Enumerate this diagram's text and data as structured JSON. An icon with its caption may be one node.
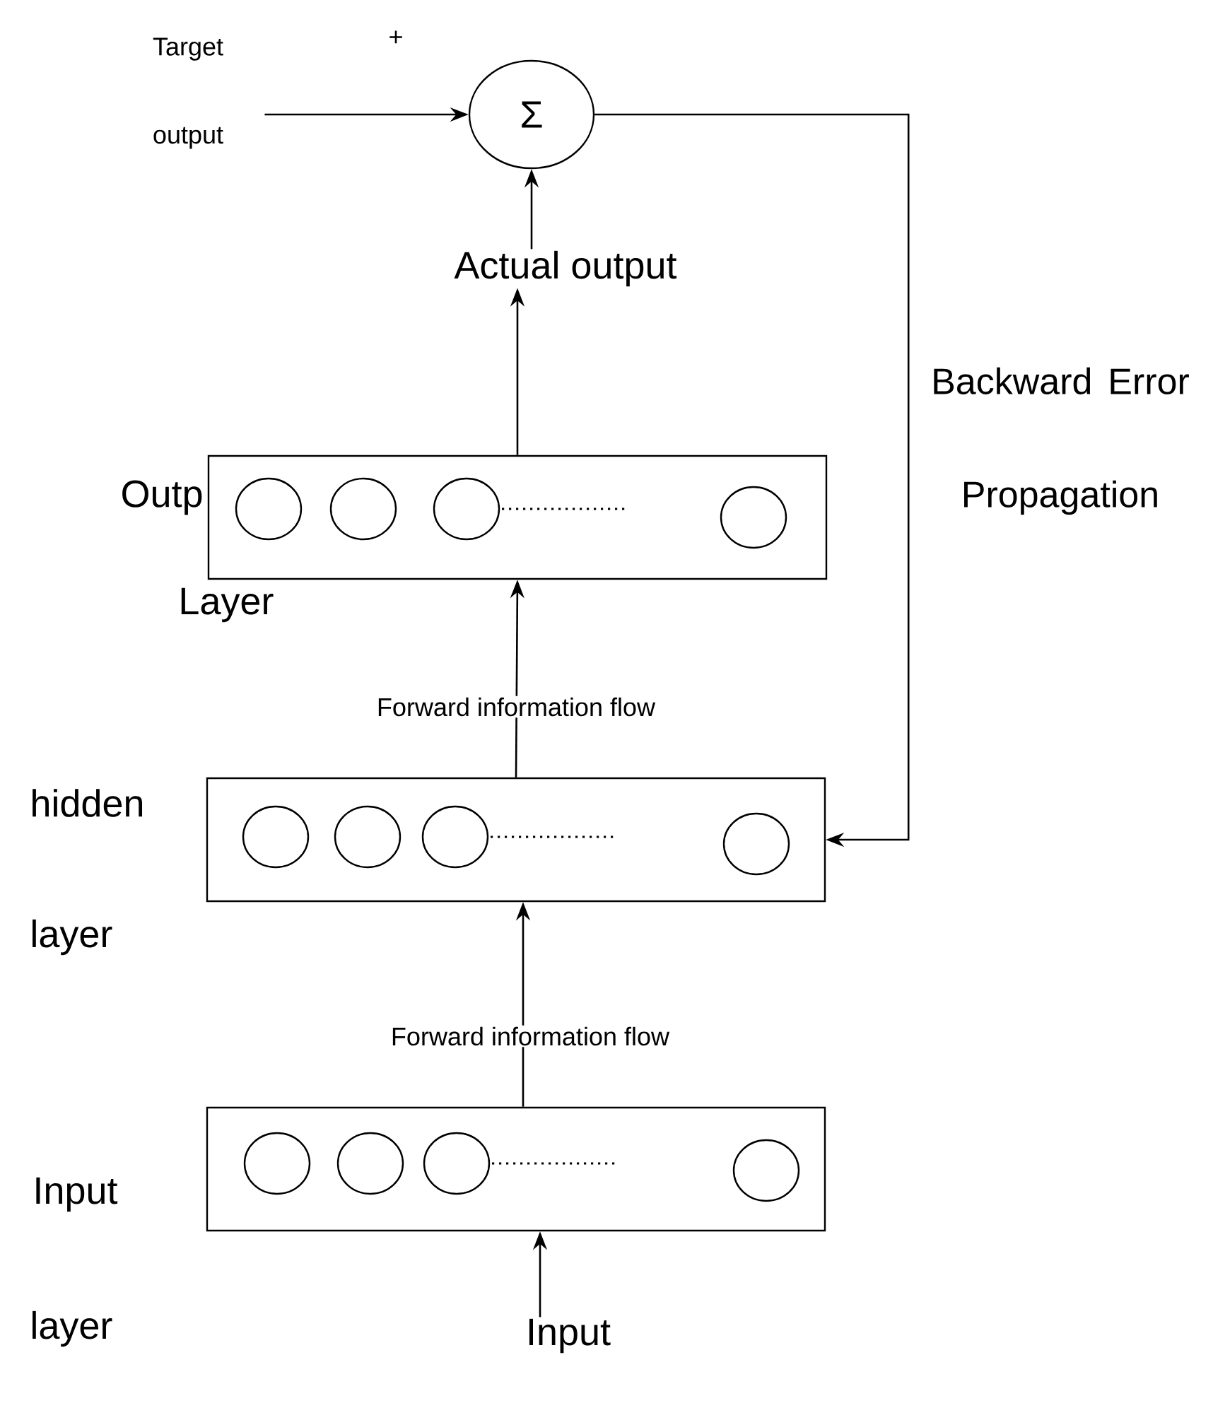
{
  "diagram": {
    "nodes": [
      {
        "text": [
          "Target",
          "output"
        ]
      },
      {
        "text": [
          "Σ"
        ]
      },
      {
        "text": [
          "Actual output"
        ]
      },
      {
        "text": [],
        "shape": "box",
        "beside": [
          "Outp",
          "Layer"
        ]
      },
      {
        "text": [],
        "shape": "circle",
        "in": 3
      },
      {
        "text": [],
        "shape": "circle",
        "in": 3
      },
      {
        "text": [],
        "shape": "circle",
        "in": 3
      },
      {
        "text": [],
        "shape": "circle",
        "in": 3
      },
      {
        "text": [],
        "shape": "box",
        "beside": [
          "hidden",
          "layer"
        ]
      },
      {
        "text": [],
        "shape": "circle",
        "in": 8
      },
      {
        "text": [],
        "shape": "circle",
        "in": 8
      },
      {
        "text": [],
        "shape": "circle",
        "in": 8
      },
      {
        "text": [],
        "shape": "circle",
        "in": 8
      },
      {
        "text": [],
        "shape": "box",
        "beside": [
          "Input",
          "layer"
        ]
      },
      {
        "text": [],
        "shape": "circle",
        "in": 13
      },
      {
        "text": [],
        "shape": "circle",
        "in": 13
      },
      {
        "text": [],
        "shape": "circle",
        "in": 13
      },
      {
        "text": [],
        "shape": "circle",
        "in": 13
      },
      {
        "text": [
          "Input"
        ]
      }
    ],
    "edges": [
      {
        "from": 0,
        "to": 1,
        "arrow": "to"
      },
      {
        "from": 2,
        "to": 1,
        "arrow": "to"
      },
      {
        "from": 3,
        "to": 2,
        "arrow": "to"
      },
      {
        "from": 8,
        "to": 3,
        "arrow": "to",
        "label": "Forward information flow"
      },
      {
        "from": 1,
        "to": 8,
        "arrow": "to",
        "label": "Backward Error Propagation"
      },
      {
        "from": 13,
        "to": 8,
        "arrow": "to",
        "label": "Forward information flow"
      },
      {
        "from": 18,
        "to": 13,
        "arrow": "to"
      }
    ],
    "labels": [
      "+"
    ]
  }
}
